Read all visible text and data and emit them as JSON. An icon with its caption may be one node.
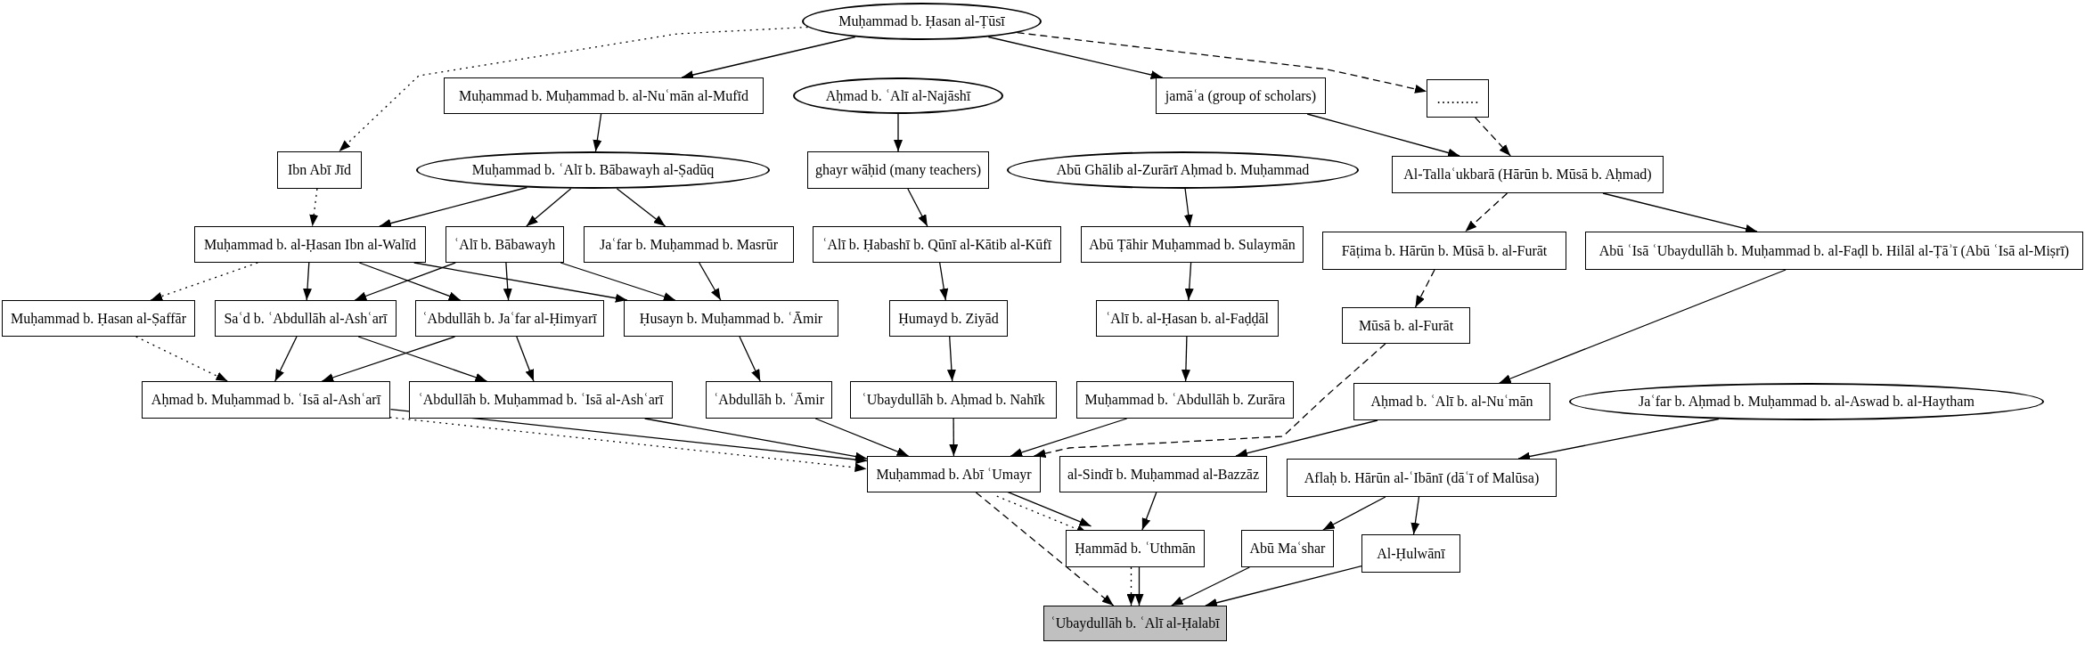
{
  "diagram": {
    "nodes": [
      {
        "text": [
          "Muḥammad b. Ḥasan al-Ṭūsī"
        ]
      },
      {
        "text": [
          "Muḥammad b. Muḥammad b. al-Nuʿmān al-Mufīd"
        ]
      },
      {
        "text": [
          "Aḥmad b. ʿAlī al-Najāshī"
        ]
      },
      {
        "text": [
          "jamāʿa (group of scholars)"
        ]
      },
      {
        "text": [
          "………"
        ]
      },
      {
        "text": [
          "Ibn Abī Jīd"
        ]
      },
      {
        "text": [
          "Muḥammad b. ʿAlī b. Bābawayh al-Ṣadūq"
        ]
      },
      {
        "text": [
          "ghayr wāḥid (many teachers)"
        ]
      },
      {
        "text": [
          "Abū Ghālib al-Zurārī Aḥmad b. Muḥammad"
        ]
      },
      {
        "text": [
          "Al-Tallaʿukbarā (Hārūn b. Mūsā b. Aḥmad)"
        ]
      },
      {
        "text": [
          "Muḥammad b. al-Ḥasan Ibn al-Walīd"
        ]
      },
      {
        "text": [
          "ʿAlī b. Bābawayh"
        ]
      },
      {
        "text": [
          "Jaʿfar b. Muḥammad b. Masrūr"
        ]
      },
      {
        "text": [
          "ʿAlī b. Ḥabashī b. Qūnī al-Kātib al-Kūfī"
        ]
      },
      {
        "text": [
          "Abū Ṭāhir Muḥammad b. Sulaymān"
        ]
      },
      {
        "text": [
          "Fāṭima b. Hārūn b. Mūsā b. al-Furāt"
        ]
      },
      {
        "text": [
          "Abū ʿIsā ʿUbaydullāh b. Muḥammad b. al-Faḍl b. Hilāl al-Ṭāʾī (Abū ʿIsā al-Miṣrī)"
        ]
      },
      {
        "text": [
          "Muḥammad b. Ḥasan al-Ṣaffār"
        ]
      },
      {
        "text": [
          "Saʿd b. ʿAbdullāh al-Ashʿarī"
        ]
      },
      {
        "text": [
          "ʿAbdullāh b. Jaʿfar al-Ḥimyarī"
        ]
      },
      {
        "text": [
          "Ḥusayn b. Muḥammad b. ʿĀmir"
        ]
      },
      {
        "text": [
          "Ḥumayd b. Ziyād"
        ]
      },
      {
        "text": [
          "ʿAlī b. al-Ḥasan b. al-Faḍḍāl"
        ]
      },
      {
        "text": [
          "Mūsā b. al-Furāt"
        ]
      },
      {
        "text": [
          "Aḥmad b. Muḥammad b. ʿIsā al-Ashʿarī"
        ]
      },
      {
        "text": [
          "ʿAbdullāh b. Muḥammad b. ʿIsā al-Ashʿarī"
        ]
      },
      {
        "text": [
          "ʿAbdullāh b. ʿĀmir"
        ]
      },
      {
        "text": [
          "ʿUbaydullāh b. Aḥmad b. Nahīk"
        ]
      },
      {
        "text": [
          "Muḥammad b. ʿAbdullāh b. Zurāra"
        ]
      },
      {
        "text": [
          "Aḥmad b. ʿAlī b. al-Nuʿmān"
        ]
      },
      {
        "text": [
          "Jaʿfar b. Aḥmad b. Muḥammad b. al-Aswad b. al-Haytham"
        ]
      },
      {
        "text": [
          "Muḥammad b. Abī ʿUmayr"
        ]
      },
      {
        "text": [
          "al-Sindī b. Muḥammad al-Bazzāz"
        ]
      },
      {
        "text": [
          "Aflaḥ b. Hārūn al-ʿIbānī (dāʿī of Malūsa)"
        ]
      },
      {
        "text": [
          "Ḥammād b. ʿUthmān"
        ]
      },
      {
        "text": [
          "Abū Maʿshar"
        ]
      },
      {
        "text": [
          "Al-Ḥulwānī"
        ]
      },
      {
        "text": [
          "ʿUbaydullāh b. ʿAlī al-Ḥalabī"
        ]
      }
    ],
    "edges": [
      {
        "from": 0,
        "to": 1,
        "arrow": "to"
      },
      {
        "from": 0,
        "to": 5,
        "arrow": "to",
        "style": "dashed"
      },
      {
        "from": 0,
        "to": 3,
        "arrow": "to"
      },
      {
        "from": 0,
        "to": 4,
        "arrow": "to",
        "style": "dashed"
      },
      {
        "from": 1,
        "to": 6,
        "arrow": "to"
      },
      {
        "from": 2,
        "to": 7,
        "arrow": "to"
      },
      {
        "from": 3,
        "to": 9,
        "arrow": "to"
      },
      {
        "from": 4,
        "to": 9,
        "arrow": "to",
        "style": "dashed"
      },
      {
        "from": 5,
        "to": 10,
        "arrow": "to",
        "style": "dashed"
      },
      {
        "from": 6,
        "to": 10,
        "arrow": "to"
      },
      {
        "from": 6,
        "to": 11,
        "arrow": "to"
      },
      {
        "from": 6,
        "to": 12,
        "arrow": "to"
      },
      {
        "from": 7,
        "to": 13,
        "arrow": "to"
      },
      {
        "from": 8,
        "to": 14,
        "arrow": "to"
      },
      {
        "from": 9,
        "to": 15,
        "arrow": "to",
        "style": "dashed"
      },
      {
        "from": 9,
        "to": 16,
        "arrow": "to"
      },
      {
        "from": 10,
        "to": 17,
        "arrow": "to",
        "style": "dashed"
      },
      {
        "from": 10,
        "to": 18,
        "arrow": "to"
      },
      {
        "from": 10,
        "to": 19,
        "arrow": "to"
      },
      {
        "from": 10,
        "to": 20,
        "arrow": "to"
      },
      {
        "from": 11,
        "to": 18,
        "arrow": "to"
      },
      {
        "from": 11,
        "to": 19,
        "arrow": "to"
      },
      {
        "from": 11,
        "to": 20,
        "arrow": "to"
      },
      {
        "from": 12,
        "to": 20,
        "arrow": "to"
      },
      {
        "from": 13,
        "to": 21,
        "arrow": "to"
      },
      {
        "from": 14,
        "to": 22,
        "arrow": "to"
      },
      {
        "from": 15,
        "to": 23,
        "arrow": "to",
        "style": "dashed"
      },
      {
        "from": 16,
        "to": 29,
        "arrow": "to"
      },
      {
        "from": 17,
        "to": 24,
        "arrow": "to",
        "style": "dashed"
      },
      {
        "from": 18,
        "to": 24,
        "arrow": "to"
      },
      {
        "from": 18,
        "to": 25,
        "arrow": "to"
      },
      {
        "from": 19,
        "to": 24,
        "arrow": "to"
      },
      {
        "from": 19,
        "to": 25,
        "arrow": "to"
      },
      {
        "from": 20,
        "to": 26,
        "arrow": "to"
      },
      {
        "from": 21,
        "to": 27,
        "arrow": "to"
      },
      {
        "from": 22,
        "to": 28,
        "arrow": "to"
      },
      {
        "from": 23,
        "to": 31,
        "arrow": "to",
        "style": "dashed"
      },
      {
        "from": 24,
        "to": 31,
        "arrow": "to"
      },
      {
        "from": 24,
        "to": 31,
        "arrow": "to",
        "style": "dashed"
      },
      {
        "from": 25,
        "to": 31,
        "arrow": "to"
      },
      {
        "from": 26,
        "to": 31,
        "arrow": "to"
      },
      {
        "from": 27,
        "to": 31,
        "arrow": "to"
      },
      {
        "from": 28,
        "to": 31,
        "arrow": "to"
      },
      {
        "from": 29,
        "to": 32,
        "arrow": "to"
      },
      {
        "from": 30,
        "to": 33,
        "arrow": "to"
      },
      {
        "from": 31,
        "to": 34,
        "arrow": "to"
      },
      {
        "from": 31,
        "to": 34,
        "arrow": "to",
        "style": "dashed"
      },
      {
        "from": 31,
        "to": 37,
        "arrow": "to",
        "style": "dashed"
      },
      {
        "from": 32,
        "to": 34,
        "arrow": "to"
      },
      {
        "from": 33,
        "to": 35,
        "arrow": "to"
      },
      {
        "from": 33,
        "to": 36,
        "arrow": "to"
      },
      {
        "from": 34,
        "to": 37,
        "arrow": "to"
      },
      {
        "from": 34,
        "to": 37,
        "arrow": "to",
        "style": "dashed"
      },
      {
        "from": 35,
        "to": 37,
        "arrow": "to"
      },
      {
        "from": 36,
        "to": 37,
        "arrow": "to"
      }
    ]
  }
}
